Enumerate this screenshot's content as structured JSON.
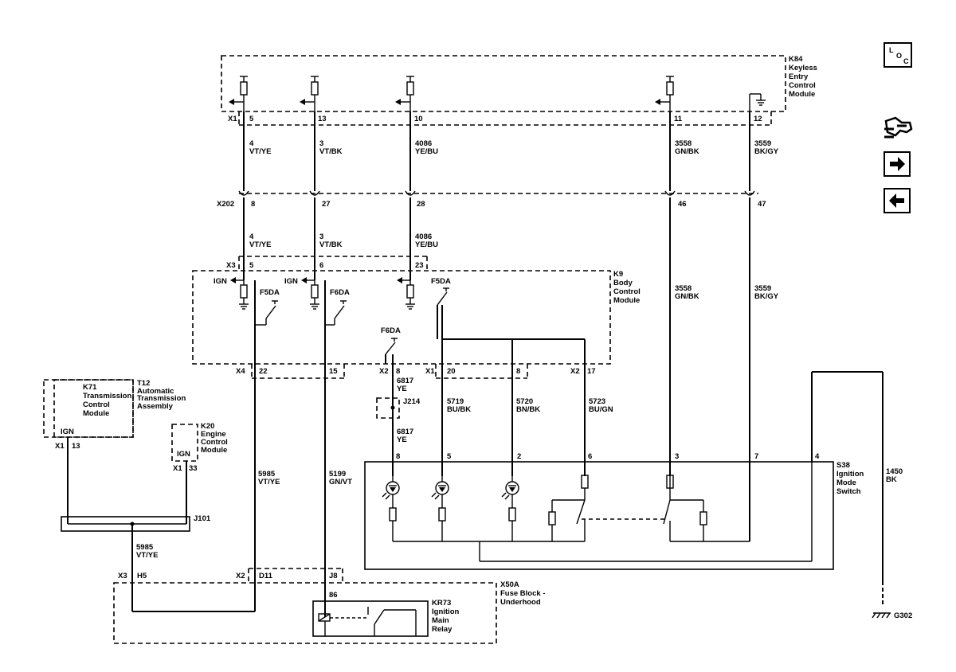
{
  "modules": {
    "k84": {
      "id": "K84",
      "l1": "Keyless",
      "l2": "Entry",
      "l3": "Control",
      "l4": "Module"
    },
    "k9": {
      "id": "K9",
      "l1": "Body",
      "l2": "Control",
      "l3": "Module"
    },
    "k71": {
      "id": "K71",
      "l1": "Transmission",
      "l2": "Control",
      "l3": "Module"
    },
    "t12": {
      "id": "T12",
      "l1": "Automatic",
      "l2": "Transmission",
      "l3": "Assembly"
    },
    "k20": {
      "id": "K20",
      "l1": "Engine",
      "l2": "Control",
      "l3": "Module"
    },
    "s38": {
      "id": "S38",
      "l1": "Ignition",
      "l2": "Mode",
      "l3": "Switch"
    },
    "x50a": {
      "id": "X50A",
      "l1": "Fuse Block -",
      "l2": "Underhood"
    },
    "kr73": {
      "id": "KR73",
      "l1": "Ignition",
      "l2": "Main",
      "l3": "Relay"
    }
  },
  "connectors": {
    "x1_top": "X1",
    "x202": "X202",
    "x3_k9": "X3",
    "x4": "X4",
    "x2_k9": "X2",
    "x1_k9": "X1",
    "x2_bot": "X2",
    "j214": "J214",
    "j101": "J101",
    "x1_k71": "X1",
    "x1_k20": "X1",
    "x3_fb": "X3",
    "x2_fb": "X2",
    "g302": "G302"
  },
  "pins": {
    "k84": [
      "5",
      "13",
      "10",
      "11",
      "12"
    ],
    "x202": [
      "8",
      "27",
      "28",
      "46",
      "47"
    ],
    "k9x3": [
      "5",
      "6",
      "23"
    ],
    "k9x4": [
      "22",
      "15"
    ],
    "k9b": [
      "8",
      "20",
      "8",
      "17"
    ],
    "s38": [
      "8",
      "5",
      "2",
      "6",
      "3",
      "7",
      "4"
    ],
    "k71": "13",
    "k20": "33",
    "fb": [
      "H5",
      "D11",
      "J8"
    ],
    "relay": "86"
  },
  "wires": {
    "w1a": {
      "circuit": "4",
      "color": "VT/YE"
    },
    "w2a": {
      "circuit": "3",
      "color": "VT/BK"
    },
    "w3a": {
      "circuit": "4086",
      "color": "YE/BU"
    },
    "w4a": {
      "circuit": "3558",
      "color": "GN/BK"
    },
    "w5a": {
      "circuit": "3559",
      "color": "BK/GY"
    },
    "w1b": {
      "circuit": "4",
      "color": "VT/YE"
    },
    "w2b": {
      "circuit": "3",
      "color": "VT/BK"
    },
    "w3b": {
      "circuit": "4086",
      "color": "YE/BU"
    },
    "w4b": {
      "circuit": "3558",
      "color": "GN/BK"
    },
    "w5b": {
      "circuit": "3559",
      "color": "BK/GY"
    },
    "w6817a": {
      "circuit": "6817",
      "color": "YE"
    },
    "w6817b": {
      "circuit": "6817",
      "color": "YE"
    },
    "w5719": {
      "circuit": "5719",
      "color": "BU/BK"
    },
    "w5720": {
      "circuit": "5720",
      "color": "BN/BK"
    },
    "w5723": {
      "circuit": "5723",
      "color": "BU/GN"
    },
    "w5985a": {
      "circuit": "5985",
      "color": "VT/YE"
    },
    "w5199": {
      "circuit": "5199",
      "color": "GN/VT"
    },
    "w5985b": {
      "circuit": "5985",
      "color": "VT/YE"
    },
    "w1450": {
      "circuit": "1450",
      "color": "BK"
    }
  },
  "labels": {
    "ign": "IGN",
    "f5da": "F5DA",
    "f6da": "F6DA"
  },
  "loc": {
    "l": "L",
    "o": "O",
    "c": "C"
  }
}
